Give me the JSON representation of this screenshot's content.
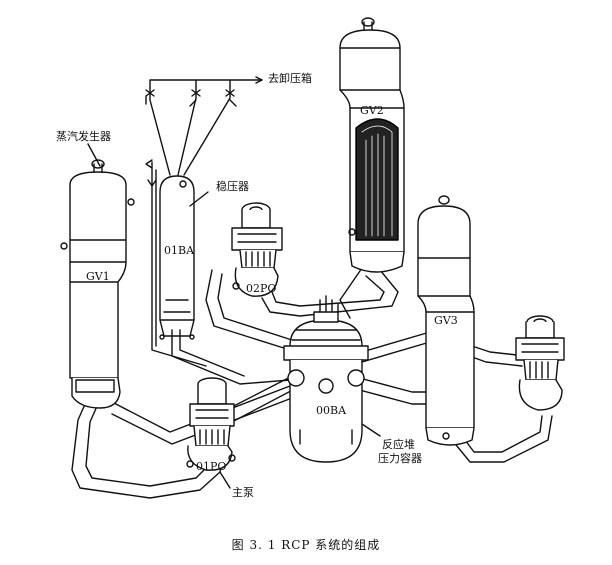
{
  "labels": {
    "gv1": "GV1",
    "gv2": "GV2",
    "gv3": "GV3",
    "steam_generator": "蒸汽发生器",
    "pressurizer": "稳压器",
    "pressurizer_code": "01BA",
    "relief_tank": "去卸压箱",
    "pump1": "01PO",
    "pump2": "02PO",
    "vessel_code": "00BA",
    "vessel_line1": "反应堆",
    "vessel_line2": "压力容器",
    "main_pump": "主泵"
  },
  "caption": "图 3. 1   RCP 系统的组成"
}
